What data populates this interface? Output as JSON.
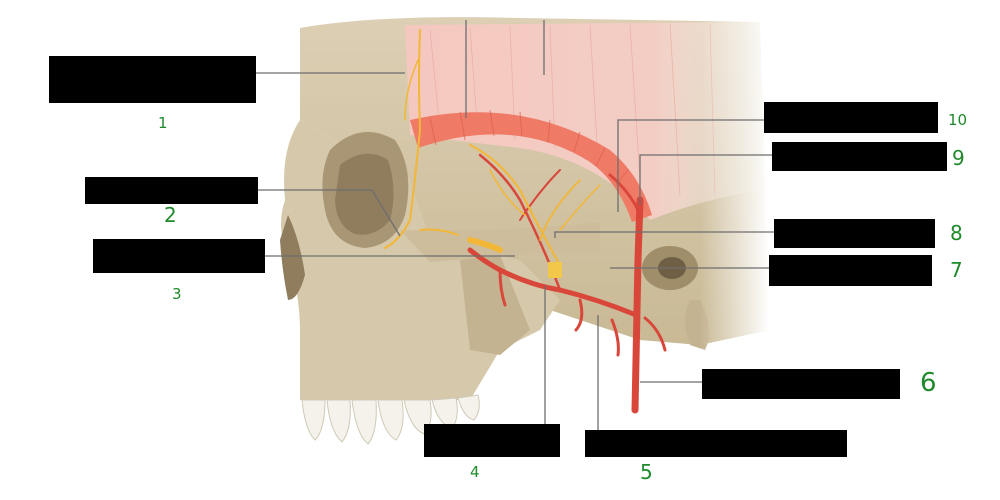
{
  "diagram": {
    "label_numbers": [
      "1",
      "2",
      "3",
      "4",
      "5",
      "6",
      "7",
      "8",
      "9",
      "10"
    ],
    "number_color": "#1e8a2a",
    "mask_color": "#000000",
    "leader_color": "#6e6e6e",
    "colors": {
      "bone": "#d8cbb0",
      "bone_shadow": "#b5a584",
      "muscle": "#ef7a66",
      "temporal_fascia": "#f3c3ba",
      "artery": "#d9473a",
      "nerve": "#f2b736",
      "teeth": "#f4f2ea"
    }
  }
}
